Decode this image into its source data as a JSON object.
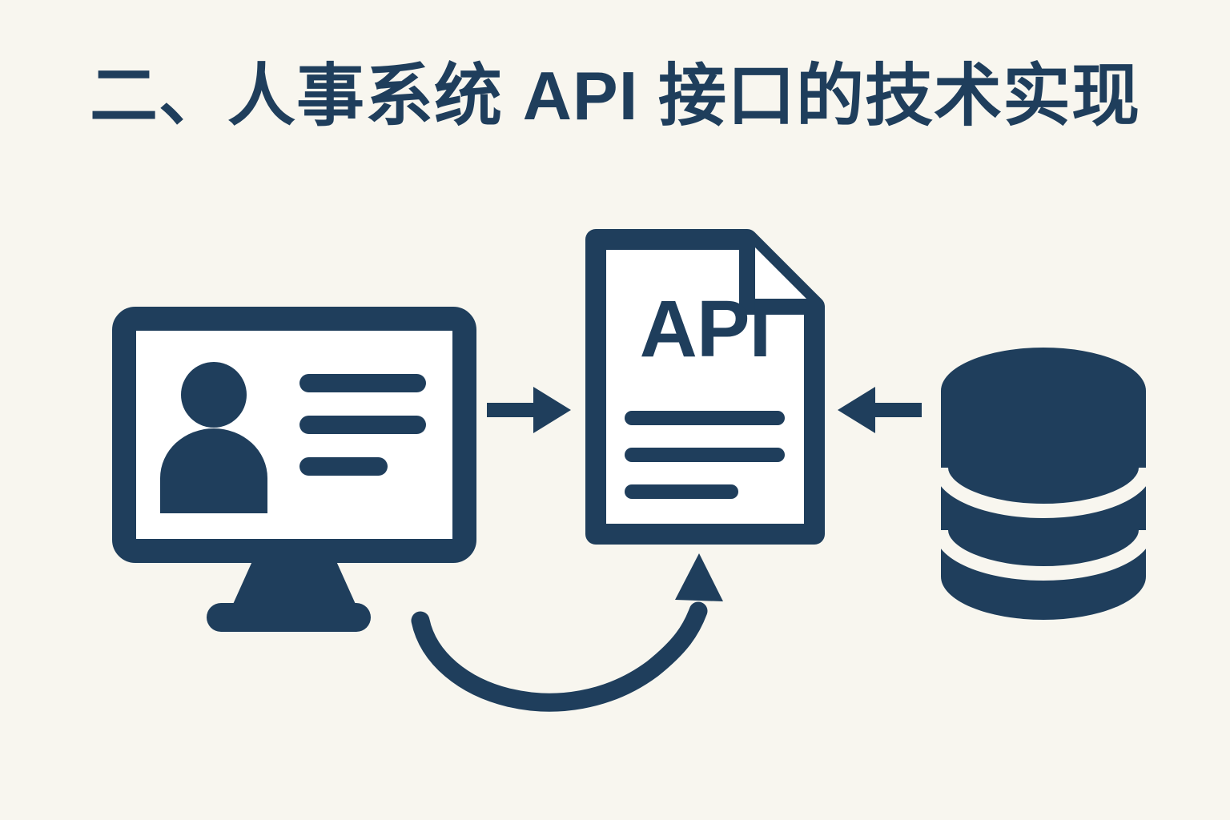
{
  "title": "二、人事系统 API 接口的技术实现",
  "colors": {
    "ink": "#1f3e5c",
    "background": "#f8f6ef",
    "surface": "#ffffff"
  },
  "nodes": {
    "hr_monitor": {
      "icon": "monitor-with-user-profile-icon"
    },
    "api_document": {
      "label": "API",
      "icon": "api-document-icon"
    },
    "database": {
      "icon": "database-icon"
    }
  },
  "arrows": [
    {
      "name": "monitor-to-api",
      "direction": "right"
    },
    {
      "name": "database-to-api",
      "direction": "left"
    },
    {
      "name": "monitor-to-api-curved",
      "direction": "up"
    }
  ]
}
